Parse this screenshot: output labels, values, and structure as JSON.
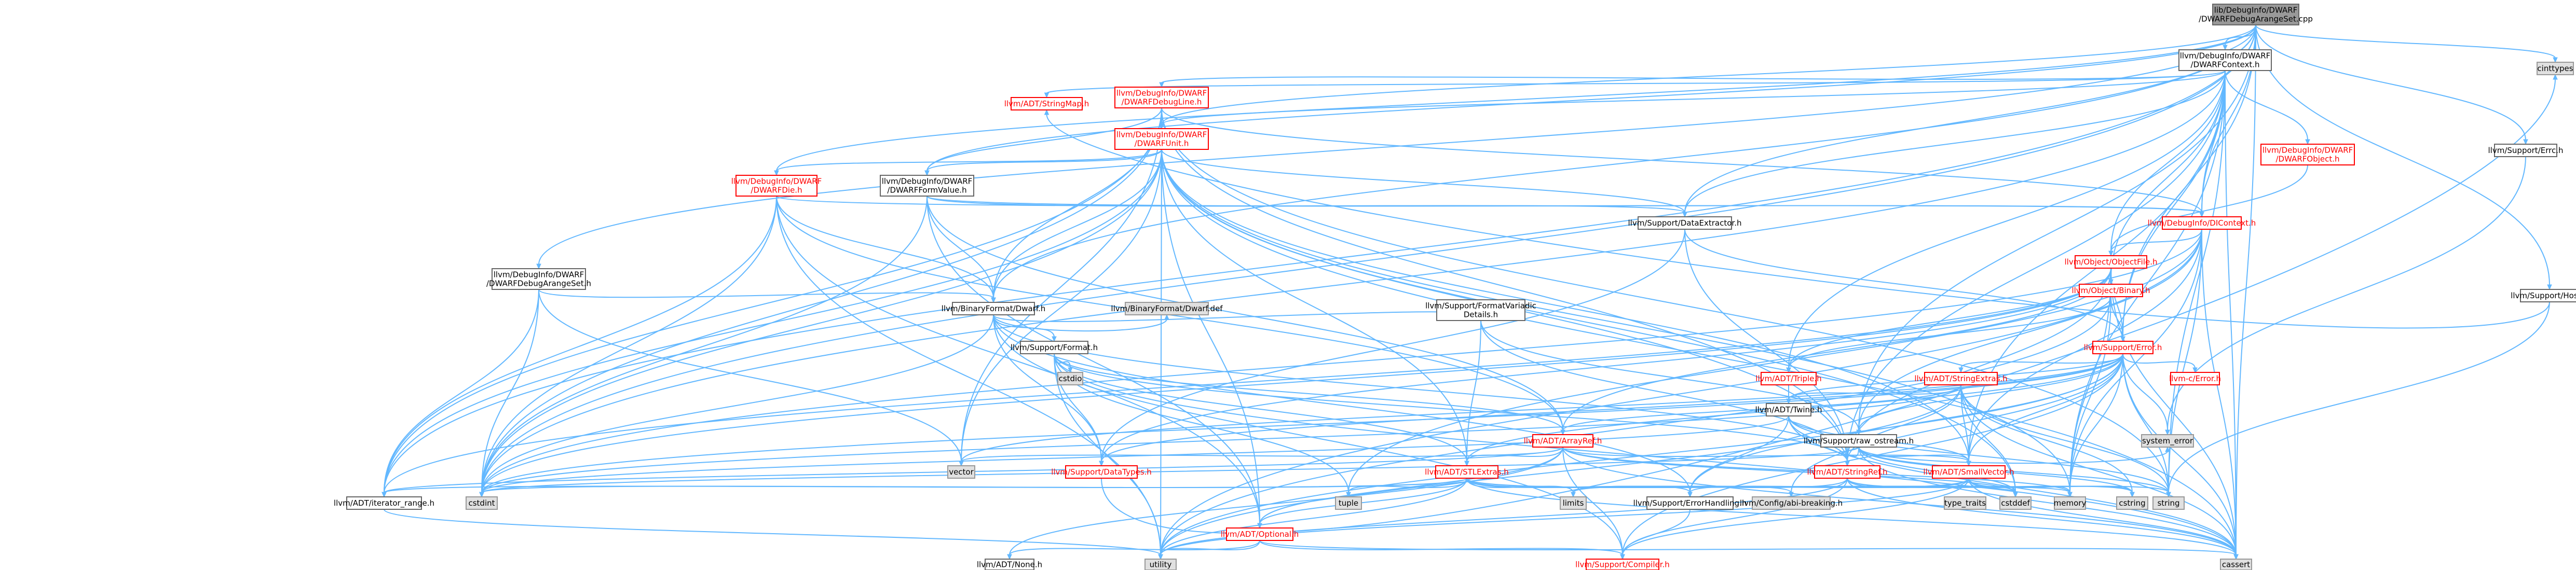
{
  "title": "lib/DebugInfo/DWARF/DWARFDebugArangeSet.cpp",
  "colors": {
    "edge": "#63b8ff",
    "root_fill": "#999999",
    "red_text": "#ff0000",
    "system_fill": "#e0e0e0"
  },
  "nodes": [
    {
      "id": "root",
      "kind": "root",
      "lines": [
        "lib/DebugInfo/DWARF",
        "/DWARFDebugArangeSet.cpp"
      ]
    },
    {
      "id": "dwarfcontext",
      "kind": "black",
      "lines": [
        "llvm/DebugInfo/DWARF",
        "/DWARFContext.h"
      ]
    },
    {
      "id": "cinttypes",
      "kind": "sys",
      "lines": [
        "cinttypes"
      ]
    },
    {
      "id": "stringmap",
      "kind": "red",
      "lines": [
        "llvm/ADT/StringMap.h"
      ]
    },
    {
      "id": "dwarfdebugline",
      "kind": "red",
      "lines": [
        "llvm/DebugInfo/DWARF",
        "/DWARFDebugLine.h"
      ]
    },
    {
      "id": "dwarfunit",
      "kind": "red",
      "lines": [
        "llvm/DebugInfo/DWARF",
        "/DWARFUnit.h"
      ]
    },
    {
      "id": "dwarfobject",
      "kind": "red",
      "lines": [
        "llvm/DebugInfo/DWARF",
        "/DWARFObject.h"
      ]
    },
    {
      "id": "supporterror",
      "kind": "black",
      "lines": [
        "llvm/Support/Errc.h"
      ]
    },
    {
      "id": "supporthost",
      "kind": "black",
      "lines": [
        "llvm/Support/Host.h"
      ]
    },
    {
      "id": "dwarfdie",
      "kind": "red",
      "lines": [
        "llvm/DebugInfo/DWARF",
        "/DWARFDie.h"
      ]
    },
    {
      "id": "dwarfformvalue",
      "kind": "black",
      "lines": [
        "llvm/DebugInfo/DWARF",
        "/DWARFFormValue.h"
      ]
    },
    {
      "id": "dicontext",
      "kind": "red",
      "lines": [
        "llvm/DebugInfo/DIContext.h"
      ]
    },
    {
      "id": "dataextractor",
      "kind": "black",
      "lines": [
        "llvm/Support/DataExtractor.h"
      ]
    },
    {
      "id": "objectfile",
      "kind": "red",
      "lines": [
        "llvm/Object/ObjectFile.h"
      ]
    },
    {
      "id": "objectbinary",
      "kind": "red",
      "lines": [
        "llvm/Object/Binary.h"
      ]
    },
    {
      "id": "arangeseth",
      "kind": "black",
      "lines": [
        "llvm/DebugInfo/DWARF",
        "/DWARFDebugArangeSet.h"
      ]
    },
    {
      "id": "dwarfh",
      "kind": "black",
      "lines": [
        "llvm/BinaryFormat/Dwarf.h"
      ]
    },
    {
      "id": "dwarfdef",
      "kind": "sys",
      "lines": [
        "llvm/BinaryFormat/Dwarf.def"
      ]
    },
    {
      "id": "formatvariadic",
      "kind": "black",
      "lines": [
        "llvm/Support/FormatVariadic",
        "Details.h"
      ]
    },
    {
      "id": "supportformat",
      "kind": "black",
      "lines": [
        "llvm/Support/Format.h"
      ]
    },
    {
      "id": "cstdio",
      "kind": "sys",
      "lines": [
        "cstdio"
      ]
    },
    {
      "id": "supporterror2",
      "kind": "red",
      "lines": [
        "llvm/Support/Error.h"
      ]
    },
    {
      "id": "triple",
      "kind": "red",
      "lines": [
        "llvm/ADT/Triple.h"
      ]
    },
    {
      "id": "twine",
      "kind": "black",
      "lines": [
        "llvm/ADT/Twine.h"
      ]
    },
    {
      "id": "stringextras",
      "kind": "red",
      "lines": [
        "llvm/ADT/StringExtras.h"
      ]
    },
    {
      "id": "rawostream",
      "kind": "black",
      "lines": [
        "llvm/Support/raw_ostream.h"
      ]
    },
    {
      "id": "cerror",
      "kind": "red",
      "lines": [
        "llvm-c/Error.h"
      ]
    },
    {
      "id": "arrayref",
      "kind": "red",
      "lines": [
        "llvm/ADT/ArrayRef.h"
      ]
    },
    {
      "id": "stlextras",
      "kind": "red",
      "lines": [
        "llvm/ADT/STLExtras.h"
      ]
    },
    {
      "id": "stringref",
      "kind": "red",
      "lines": [
        "llvm/ADT/StringRef.h"
      ]
    },
    {
      "id": "smallvector",
      "kind": "red",
      "lines": [
        "llvm/ADT/SmallVector.h"
      ]
    },
    {
      "id": "systemerror",
      "kind": "sys",
      "lines": [
        "system_error"
      ]
    },
    {
      "id": "datatypes",
      "kind": "red",
      "lines": [
        "llvm/Support/DataTypes.h"
      ]
    },
    {
      "id": "vector",
      "kind": "sys",
      "lines": [
        "vector"
      ]
    },
    {
      "id": "iteratorrange",
      "kind": "black",
      "lines": [
        "llvm/ADT/iterator_range.h"
      ]
    },
    {
      "id": "cstdint",
      "kind": "sys",
      "lines": [
        "cstdint"
      ]
    },
    {
      "id": "optional",
      "kind": "red",
      "lines": [
        "llvm/ADT/Optional.h"
      ]
    },
    {
      "id": "none",
      "kind": "black",
      "lines": [
        "llvm/ADT/None.h"
      ]
    },
    {
      "id": "utility",
      "kind": "sys",
      "lines": [
        "utility"
      ]
    },
    {
      "id": "tuple",
      "kind": "sys",
      "lines": [
        "tuple"
      ]
    },
    {
      "id": "limits",
      "kind": "sys",
      "lines": [
        "limits"
      ]
    },
    {
      "id": "errorhandling",
      "kind": "black",
      "lines": [
        "llvm/Support/ErrorHandling.h"
      ]
    },
    {
      "id": "compiler",
      "kind": "red",
      "lines": [
        "llvm/Support/Compiler.h"
      ]
    },
    {
      "id": "abibreaking",
      "kind": "sys",
      "lines": [
        "llvm/Config/abi-breaking.h"
      ]
    },
    {
      "id": "typetraits",
      "kind": "sys",
      "lines": [
        "type_traits"
      ]
    },
    {
      "id": "cstddef",
      "kind": "sys",
      "lines": [
        "cstddef"
      ]
    },
    {
      "id": "memory",
      "kind": "sys",
      "lines": [
        "memory"
      ]
    },
    {
      "id": "cstring",
      "kind": "sys",
      "lines": [
        "cstring"
      ]
    },
    {
      "id": "string",
      "kind": "sys",
      "lines": [
        "string"
      ]
    },
    {
      "id": "cassert",
      "kind": "sys",
      "lines": [
        "cassert"
      ]
    }
  ]
}
